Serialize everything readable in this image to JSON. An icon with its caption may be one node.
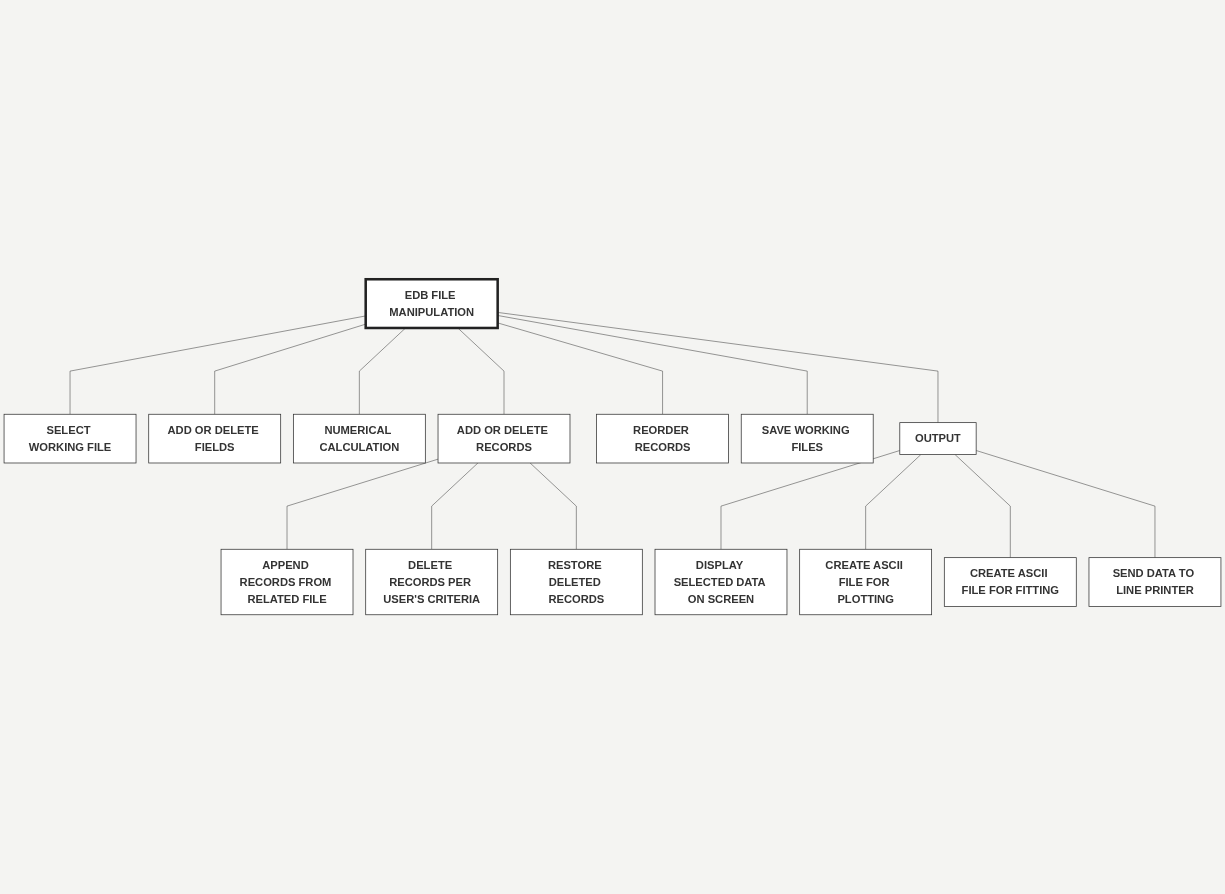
{
  "diagram": {
    "nodes": [
      {
        "text": [
          "EDB FILE MANIPULATION"
        ]
      },
      {
        "text": [
          "SELECT WORKING FILE"
        ]
      },
      {
        "text": [
          "ADD OR DELETE FIELDS"
        ]
      },
      {
        "text": [
          "NUMERICAL CALCULATION"
        ]
      },
      {
        "text": [
          "ADD OR DELETE RECORDS"
        ]
      },
      {
        "text": [
          "REORDER RECORDS"
        ]
      },
      {
        "text": [
          "SAVE WORKING FILES"
        ]
      },
      {
        "text": [
          "OUTPUT"
        ]
      },
      {
        "text": [
          "APPEND RECORDS FROM RELATED FILE"
        ]
      },
      {
        "text": [
          "DELETE RECORDS PER USER'S CRITERIA"
        ]
      },
      {
        "text": [
          "RESTORE DELETED RECORDS"
        ]
      },
      {
        "text": [
          "DISPLAY SELECTED DATA ON SCREEN"
        ]
      },
      {
        "text": [
          "CREATE ASCII FILE FOR PLOTTING"
        ]
      },
      {
        "text": [
          "CREATE ASCII FILE FOR FITTING"
        ]
      },
      {
        "text": [
          "SEND DATA TO LINE PRINTER"
        ]
      }
    ],
    "edges": [
      {
        "from": 0,
        "to": 1,
        "arrow": "none"
      },
      {
        "from": 0,
        "to": 2,
        "arrow": "none"
      },
      {
        "from": 0,
        "to": 3,
        "arrow": "none"
      },
      {
        "from": 0,
        "to": 4,
        "arrow": "none"
      },
      {
        "from": 0,
        "to": 5,
        "arrow": "none"
      },
      {
        "from": 0,
        "to": 6,
        "arrow": "none"
      },
      {
        "from": 0,
        "to": 7,
        "arrow": "none"
      },
      {
        "from": 4,
        "to": 8,
        "arrow": "none"
      },
      {
        "from": 4,
        "to": 9,
        "arrow": "none"
      },
      {
        "from": 4,
        "to": 10,
        "arrow": "none"
      },
      {
        "from": 7,
        "to": 11,
        "arrow": "none"
      },
      {
        "from": 7,
        "to": 12,
        "arrow": "none"
      },
      {
        "from": 7,
        "to": 13,
        "arrow": "none"
      },
      {
        "from": 7,
        "to": 14,
        "arrow": "none"
      }
    ]
  }
}
